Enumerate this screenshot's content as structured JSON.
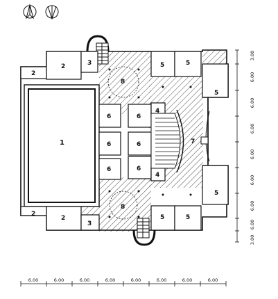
{
  "room_labels": {
    "pool": "1",
    "left_room_a": "2",
    "left_room_b": "2",
    "left_room_c": "2",
    "left_room_d": "2",
    "small_room_top": "3",
    "small_room_bottom": "3",
    "vestibule_top": "4",
    "vestibule_bottom": "4",
    "room5_a": "5",
    "room5_b": "5",
    "room5_c": "5",
    "room5_d": "5",
    "room5_e": "5",
    "room5_f": "5",
    "room6_a": "6",
    "room6_b": "6",
    "room6_c": "6",
    "room6_d": "6",
    "room6_e": "6",
    "room6_f": "6",
    "stage": "7",
    "hall_top": "8",
    "hall_bottom": "8"
  },
  "horizontal_dimensions": [
    "6.00",
    "6.00",
    "6.00",
    "6.00",
    "6.00",
    "6.00",
    "6.00",
    "6.00"
  ],
  "vertical_dimensions": [
    "3.00",
    "6.00",
    "6.00",
    "6.00",
    "6.00",
    "6.00",
    "6.00",
    "6.00",
    "3.00"
  ]
}
